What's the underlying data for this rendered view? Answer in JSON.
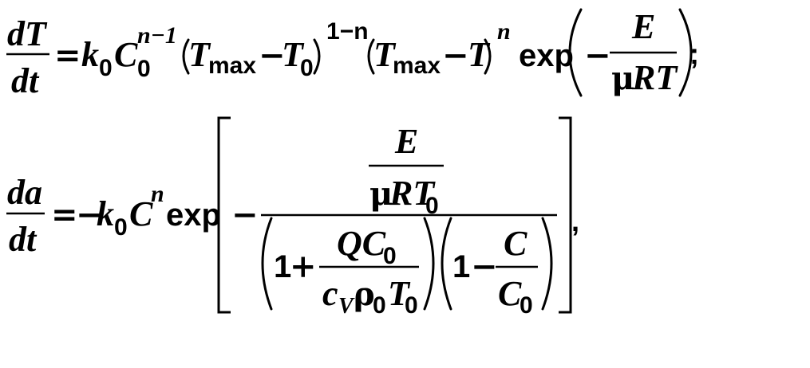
{
  "colors": {
    "text": "#000000",
    "background": "#ffffff"
  },
  "eq1": {
    "lhs": {
      "num": "dT",
      "den": "dt"
    },
    "eq": "=",
    "k": "k",
    "k_sub": "0",
    "C": "C",
    "C_sub": "0",
    "C_sup": "n−1",
    "T1": "T",
    "max1": "max",
    "minus1": "−",
    "T0": "T",
    "T0_sub": "0",
    "p1_sup": "1−n",
    "T2": "T",
    "max2": "max",
    "minus2": "−",
    "T3": "T",
    "p2_sup": "n",
    "exp": "exp",
    "minus3": "−",
    "frac_num": "E",
    "mu": "μ",
    "frac_den_rt": "RT",
    "punct": ";"
  },
  "eq2": {
    "lhs": {
      "num": "da",
      "den": "dt"
    },
    "eq": "=",
    "neg": "−",
    "k": "k",
    "k_sub": "0",
    "C": "C",
    "C_sup": "n",
    "exp": "exp",
    "minus": "−",
    "top_num": "E",
    "mu": "μ",
    "top_den_rt": "RT",
    "top_den_sub": "0",
    "one1": "1",
    "plus": "+",
    "q_num": "QC",
    "q_num_sub": "0",
    "c": "c",
    "c_sub": "V",
    "rho": "ρ",
    "rho_sub": "0",
    "T": "T",
    "T_sub": "0",
    "one2": "1",
    "minus2": "−",
    "f_num": "C",
    "f_den": "C",
    "f_den_sub": "0",
    "punct": ","
  }
}
